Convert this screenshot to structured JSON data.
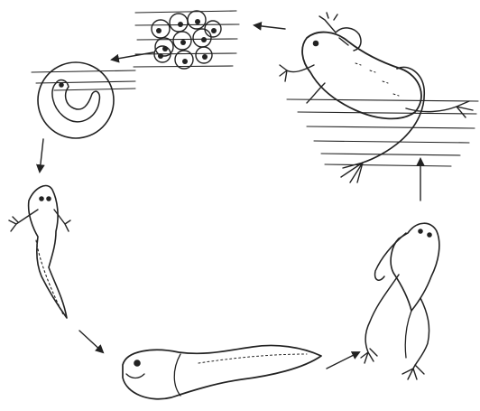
{
  "diagram": {
    "stages": [
      {
        "id": "eggs",
        "icon": "frog-eggs-icon"
      },
      {
        "id": "embryo",
        "icon": "embryo-in-egg-icon"
      },
      {
        "id": "tadpole-with-gills",
        "icon": "tadpole-gills-icon"
      },
      {
        "id": "tadpole",
        "icon": "tadpole-icon"
      },
      {
        "id": "froglet",
        "icon": "froglet-icon"
      },
      {
        "id": "adult-frog",
        "icon": "adult-frog-icon"
      }
    ],
    "colors": {
      "ink": "#222222",
      "background": "#ffffff"
    }
  }
}
